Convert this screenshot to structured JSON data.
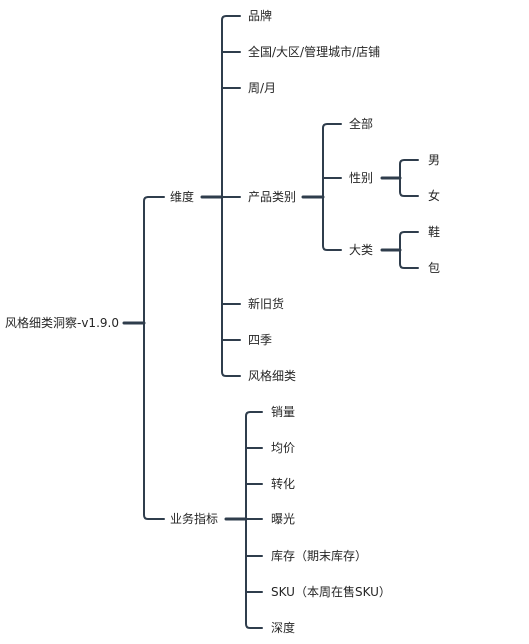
{
  "root": {
    "label": "风格细类洞察-v1.9.0"
  },
  "branches": {
    "dimensions": {
      "label": "维度",
      "brand": "品牌",
      "region": "全国/大区/管理城市/店铺",
      "period": "周/月",
      "category": {
        "label": "产品类别",
        "all": "全部",
        "gender": {
          "label": "性别",
          "male": "男",
          "female": "女"
        },
        "major": {
          "label": "大类",
          "shoes": "鞋",
          "bags": "包"
        }
      },
      "new_old": "新旧货",
      "season": "四季",
      "style": "风格细类"
    },
    "metrics": {
      "label": "业务指标",
      "sales": "销量",
      "avg_price": "均价",
      "conversion": "转化",
      "exposure": "曝光",
      "inventory": "库存（期末库存）",
      "sku": "SKU（本周在售SKU）",
      "depth": "深度"
    }
  }
}
